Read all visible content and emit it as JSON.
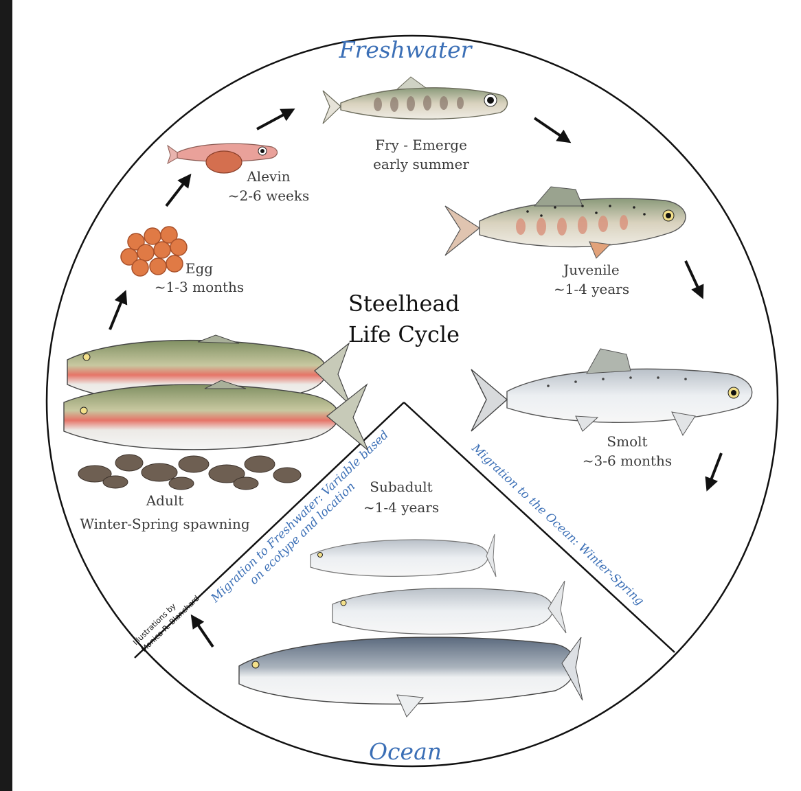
{
  "title_line1": "Steelhead",
  "title_line2": "Life Cycle",
  "habitat_top": "Freshwater",
  "habitat_bottom": "Ocean",
  "stages": {
    "egg": {
      "name": "Egg",
      "duration": "~1-3 months"
    },
    "alevin": {
      "name": "Alevin",
      "duration": "~2-6 weeks"
    },
    "fry": {
      "name": "Fry - Emerge",
      "duration": "early summer"
    },
    "juvenile": {
      "name": "Juvenile",
      "duration": "~1-4 years"
    },
    "smolt": {
      "name": "Smolt",
      "duration": "~3-6 months"
    },
    "subadult": {
      "name": "Subadult",
      "duration": "~1-4 years"
    },
    "adult": {
      "name": "Adult",
      "duration": "Winter-Spring spawning"
    }
  },
  "migration_ocean": "Migration to the Ocean: Winter-Spring",
  "migration_freshwater_line1": "Migration to Freshwater: Variable based",
  "migration_freshwater_line2": "on ecotype and location",
  "credit_line1": "Illustrations by",
  "credit_line2": "Monica R. Blanchard",
  "colors": {
    "habitat_blue": "#3b6fb6",
    "egg": "#e07a45",
    "adult_stripe": "#e67468",
    "parr_marks": "#c98a7a",
    "ocean_fish_back": "#5b6a7e"
  }
}
